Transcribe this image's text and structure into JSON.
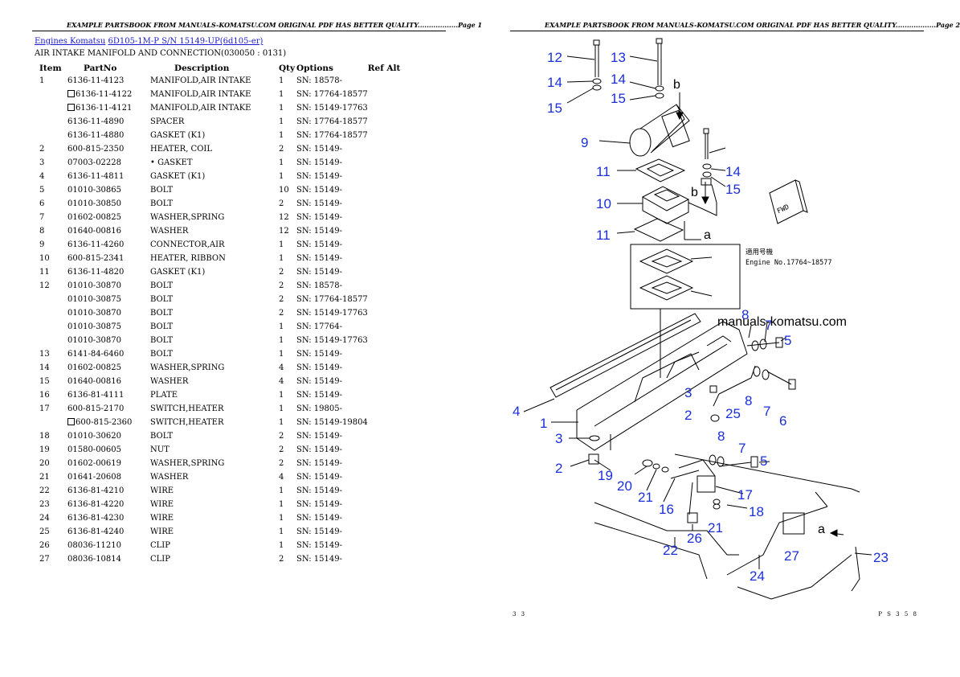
{
  "page1": {
    "banner": "EXAMPLE PARTSBOOK FROM MANUALS-KOMATSU.COM ORIGINAL PDF HAS BETTER QUALITY..................Page 1",
    "breadcrumb": {
      "link1": "Engines Komatsu",
      "link2": "6D105-1M-P S/N 15149-UP(6d105-er)"
    },
    "section_title": "AIR INTAKE MANIFOLD AND CONNECTION(030050 : 0131)",
    "columns": [
      "Item",
      "PartNo",
      "Description",
      "Qty",
      "Options",
      "Ref Alt"
    ],
    "rows": [
      {
        "item": "1",
        "part": "6136-11-4123",
        "desc": "MANIFOLD,AIR INTAKE",
        "qty": "1",
        "opt": "SN: 18578-",
        "sub": false
      },
      {
        "item": "",
        "part": "6136-11-4122",
        "desc": "MANIFOLD,AIR INTAKE",
        "qty": "1",
        "opt": "SN: 17764-18577",
        "sub": true
      },
      {
        "item": "",
        "part": "6136-11-4121",
        "desc": "MANIFOLD,AIR INTAKE",
        "qty": "1",
        "opt": "SN: 15149-17763",
        "sub": true
      },
      {
        "item": "",
        "part": "6136-11-4890",
        "desc": "SPACER",
        "qty": "1",
        "opt": "SN: 17764-18577",
        "sub": false
      },
      {
        "item": "",
        "part": "6136-11-4880",
        "desc": "GASKET (K1)",
        "qty": "1",
        "opt": "SN: 17764-18577",
        "sub": false
      },
      {
        "item": "2",
        "part": "600-815-2350",
        "desc": "HEATER, COIL",
        "qty": "2",
        "opt": "SN: 15149-",
        "sub": false
      },
      {
        "item": "3",
        "part": "07003-02228",
        "desc": "• GASKET",
        "qty": "1",
        "opt": "SN: 15149-",
        "sub": false
      },
      {
        "item": "4",
        "part": "6136-11-4811",
        "desc": "GASKET (K1)",
        "qty": "1",
        "opt": "SN: 15149-",
        "sub": false
      },
      {
        "item": "5",
        "part": "01010-30865",
        "desc": "BOLT",
        "qty": "10",
        "opt": "SN: 15149-",
        "sub": false
      },
      {
        "item": "6",
        "part": "01010-30850",
        "desc": "BOLT",
        "qty": "2",
        "opt": "SN: 15149-",
        "sub": false
      },
      {
        "item": "7",
        "part": "01602-00825",
        "desc": "WASHER,SPRING",
        "qty": "12",
        "opt": "SN: 15149-",
        "sub": false
      },
      {
        "item": "8",
        "part": "01640-00816",
        "desc": "WASHER",
        "qty": "12",
        "opt": "SN: 15149-",
        "sub": false
      },
      {
        "item": "9",
        "part": "6136-11-4260",
        "desc": "CONNECTOR,AIR",
        "qty": "1",
        "opt": "SN: 15149-",
        "sub": false
      },
      {
        "item": "10",
        "part": "600-815-2341",
        "desc": "HEATER, RIBBON",
        "qty": "1",
        "opt": "SN: 15149-",
        "sub": false
      },
      {
        "item": "11",
        "part": "6136-11-4820",
        "desc": "GASKET (K1)",
        "qty": "2",
        "opt": "SN: 15149-",
        "sub": false
      },
      {
        "item": "12",
        "part": "01010-30870",
        "desc": "BOLT",
        "qty": "2",
        "opt": "SN: 18578-",
        "sub": false
      },
      {
        "item": "",
        "part": "01010-30875",
        "desc": "BOLT",
        "qty": "2",
        "opt": "SN: 17764-18577",
        "sub": false
      },
      {
        "item": "",
        "part": "01010-30870",
        "desc": "BOLT",
        "qty": "2",
        "opt": "SN: 15149-17763",
        "sub": false
      },
      {
        "item": "",
        "part": "01010-30875",
        "desc": "BOLT",
        "qty": "1",
        "opt": "SN: 17764-",
        "sub": false
      },
      {
        "item": "",
        "part": "01010-30870",
        "desc": "BOLT",
        "qty": "1",
        "opt": "SN: 15149-17763",
        "sub": false
      },
      {
        "item": "13",
        "part": "6141-84-6460",
        "desc": "BOLT",
        "qty": "1",
        "opt": "SN: 15149-",
        "sub": false
      },
      {
        "item": "14",
        "part": "01602-00825",
        "desc": "WASHER,SPRING",
        "qty": "4",
        "opt": "SN: 15149-",
        "sub": false
      },
      {
        "item": "15",
        "part": "01640-00816",
        "desc": "WASHER",
        "qty": "4",
        "opt": "SN: 15149-",
        "sub": false
      },
      {
        "item": "16",
        "part": "6136-81-4111",
        "desc": "PLATE",
        "qty": "1",
        "opt": "SN: 15149-",
        "sub": false
      },
      {
        "item": "17",
        "part": "600-815-2170",
        "desc": "SWITCH,HEATER",
        "qty": "1",
        "opt": "SN: 19805-",
        "sub": false
      },
      {
        "item": "",
        "part": "600-815-2360",
        "desc": "SWITCH,HEATER",
        "qty": "1",
        "opt": "SN: 15149-19804",
        "sub": true
      },
      {
        "item": "18",
        "part": "01010-30620",
        "desc": "BOLT",
        "qty": "2",
        "opt": "SN: 15149-",
        "sub": false
      },
      {
        "item": "19",
        "part": "01580-00605",
        "desc": "NUT",
        "qty": "2",
        "opt": "SN: 15149-",
        "sub": false
      },
      {
        "item": "20",
        "part": "01602-00619",
        "desc": "WASHER,SPRING",
        "qty": "2",
        "opt": "SN: 15149-",
        "sub": false
      },
      {
        "item": "21",
        "part": "01641-20608",
        "desc": "WASHER",
        "qty": "4",
        "opt": "SN: 15149-",
        "sub": false
      },
      {
        "item": "22",
        "part": "6136-81-4210",
        "desc": "WIRE",
        "qty": "1",
        "opt": "SN: 15149-",
        "sub": false
      },
      {
        "item": "23",
        "part": "6136-81-4220",
        "desc": "WIRE",
        "qty": "1",
        "opt": "SN: 15149-",
        "sub": false
      },
      {
        "item": "24",
        "part": "6136-81-4230",
        "desc": "WIRE",
        "qty": "1",
        "opt": "SN: 15149-",
        "sub": false
      },
      {
        "item": "25",
        "part": "6136-81-4240",
        "desc": "WIRE",
        "qty": "1",
        "opt": "SN: 15149-",
        "sub": false
      },
      {
        "item": "26",
        "part": "08036-11210",
        "desc": "CLIP",
        "qty": "1",
        "opt": "SN: 15149-",
        "sub": false
      },
      {
        "item": "27",
        "part": "08036-10814",
        "desc": "CLIP",
        "qty": "2",
        "opt": "SN: 15149-",
        "sub": false
      }
    ]
  },
  "page2": {
    "banner": "EXAMPLE PARTSBOOK FROM MANUALS-KOMATSU.COM ORIGINAL PDF HAS BETTER QUALITY..................Page 2",
    "watermark": "manuals-komatsu.com",
    "jp_label_1": "適用号機",
    "jp_label_2": "Engine No.17764~18577",
    "fwd_label": "FWD",
    "footer_left": "3 3",
    "footer_right": "P S 3 5 8",
    "letter_a": "a",
    "letter_b": "b"
  },
  "colors": {
    "callout": "#1a2fd8",
    "link": "#1a1acc"
  }
}
